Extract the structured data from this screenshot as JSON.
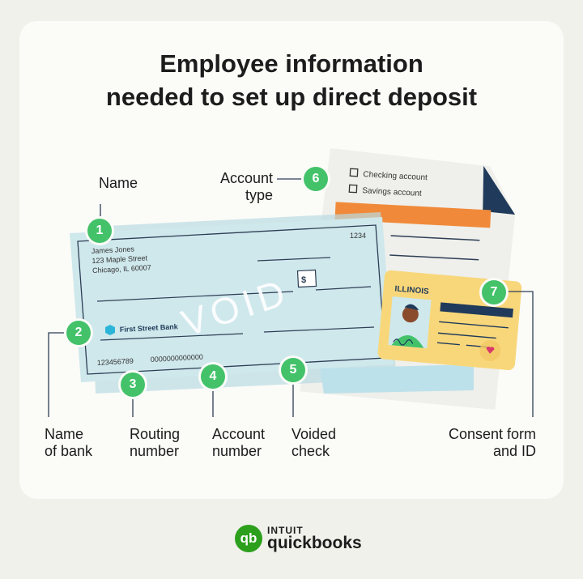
{
  "title": {
    "line1": "Employee information",
    "line2": "needed to set up direct deposit"
  },
  "form": {
    "checking_label": "Checking account",
    "savings_label": "Savings account"
  },
  "check": {
    "number": "1234",
    "name": "James Jones",
    "address1": "123 Maple Street",
    "address2": "Chicago, IL 60007",
    "void_text": "VOID",
    "dollar_sign": "$",
    "bank_name": "First Street Bank",
    "routing_number": "123456789",
    "account_number": "0000000000000"
  },
  "id_card": {
    "state": "ILLINOIS"
  },
  "badges": [
    "1",
    "2",
    "3",
    "4",
    "5",
    "6",
    "7"
  ],
  "labels": {
    "name": "Name",
    "account_type": [
      "Account",
      "type"
    ],
    "name_of_bank": [
      "Name",
      "of bank"
    ],
    "routing_number": [
      "Routing",
      "number"
    ],
    "account_number": [
      "Account",
      "number"
    ],
    "voided_check": [
      "Voided",
      "check"
    ],
    "consent_form": [
      "Consent form",
      "and ID"
    ]
  },
  "brand": {
    "logo_text": "qb",
    "top": "INTUIT",
    "bottom": "quickbooks"
  },
  "colors": {
    "badge_green": "#43c26a",
    "check_blue": "#cfe8ec",
    "form_orange": "#f08a3a",
    "id_yellow": "#f8d77a",
    "navy": "#1f3a5a",
    "brand_green": "#2ca01c"
  }
}
